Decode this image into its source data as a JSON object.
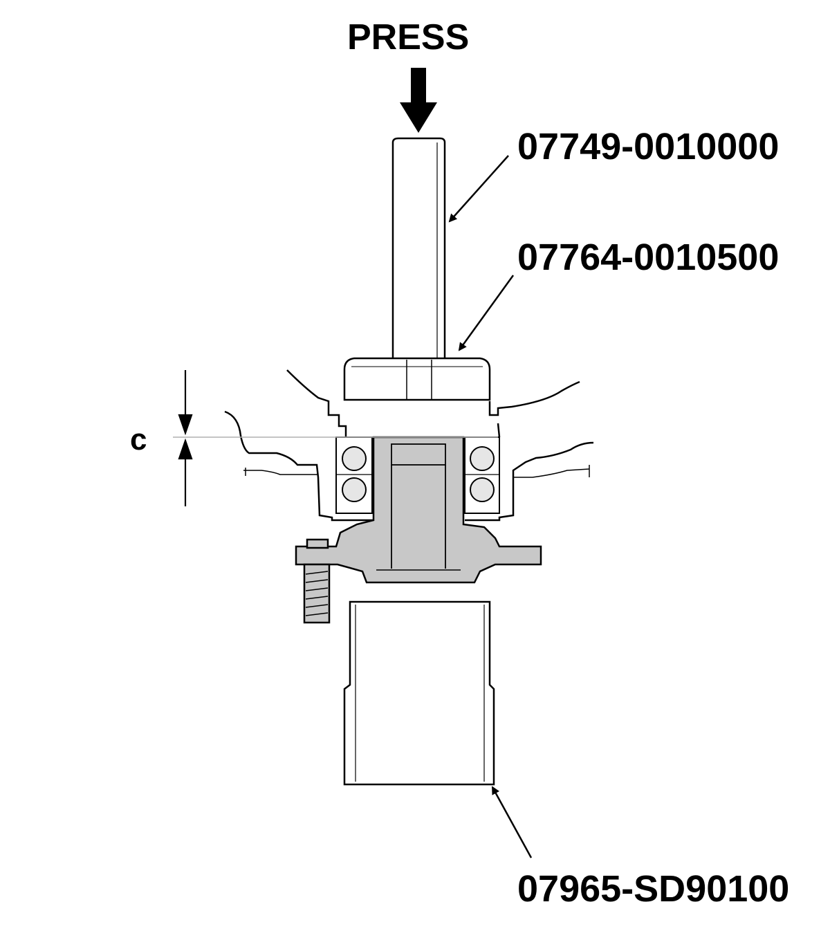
{
  "labels": {
    "press": "PRESS",
    "tool_driver": "07749-0010000",
    "tool_attachment": "07764-0010500",
    "tool_support": "07965-SD90100",
    "dimension": "c"
  },
  "colors": {
    "line": "#000000",
    "hub_fill": "#c8c8c8",
    "reference_line": "#b0b0b0"
  }
}
